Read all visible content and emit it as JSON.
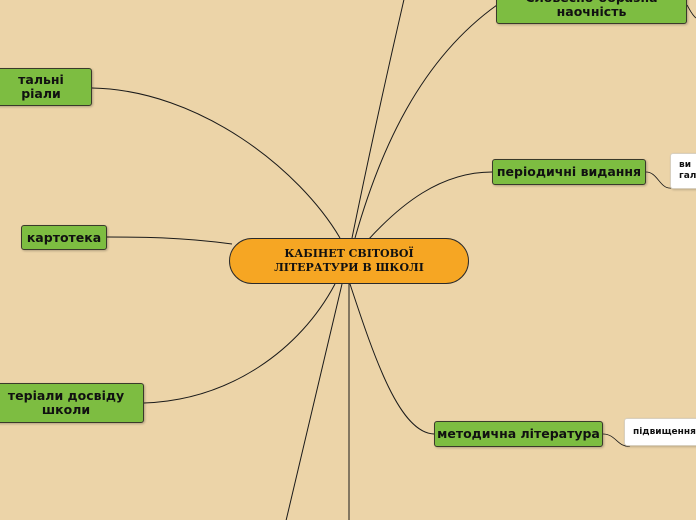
{
  "central": {
    "label": "КАБІНЕТ СВІТОВОЇ\nЛІТЕРАТУРИ В ШКОЛІ",
    "color": "#f6a623"
  },
  "topics": [
    {
      "id": "visual",
      "label": "Словесно-образна\nнаочність"
    },
    {
      "id": "materials",
      "label": "тальні\nріали"
    },
    {
      "id": "periodicals",
      "label": "періодичні видання"
    },
    {
      "id": "catalog",
      "label": "картотека"
    },
    {
      "id": "experience",
      "label": "теріали досвіду\nшколи"
    },
    {
      "id": "methodical",
      "label": "методична література"
    }
  ],
  "subtopics": [
    {
      "id": "periodicals-sub",
      "parent": "periodicals",
      "label": "ви\nгал"
    },
    {
      "id": "methodical-sub",
      "parent": "methodical",
      "label": "підвищення"
    }
  ],
  "colors": {
    "background": "#ecd4a8",
    "topic": "#7dbd41",
    "central": "#f6a623",
    "subtopic": "#ffffff",
    "line": "#1a1a1a"
  }
}
